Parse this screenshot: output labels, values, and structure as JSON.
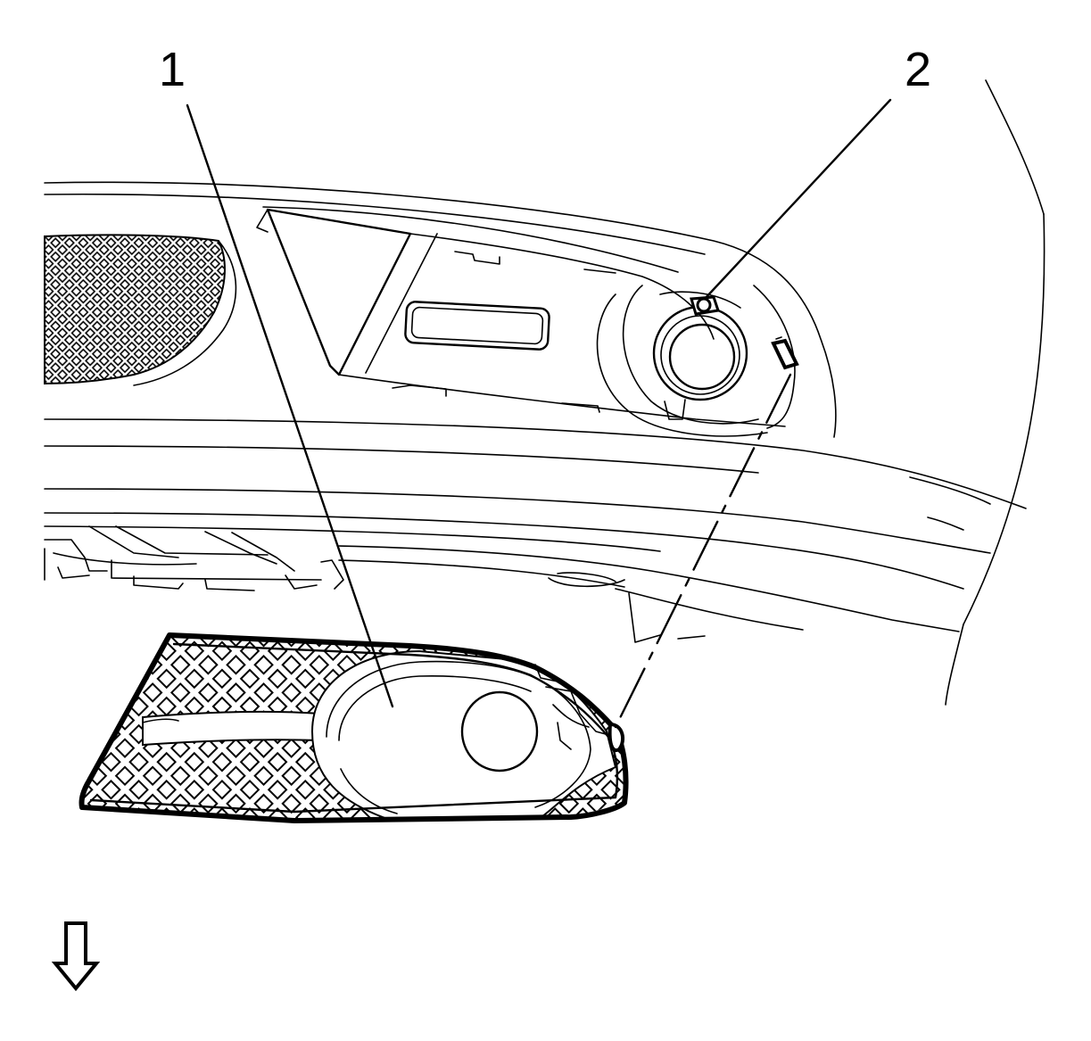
{
  "callouts": [
    {
      "id": "1",
      "label": "1"
    },
    {
      "id": "2",
      "label": "2"
    }
  ],
  "direction_arrow": {
    "direction": "down",
    "icon": "hollow-down-arrow-icon"
  }
}
